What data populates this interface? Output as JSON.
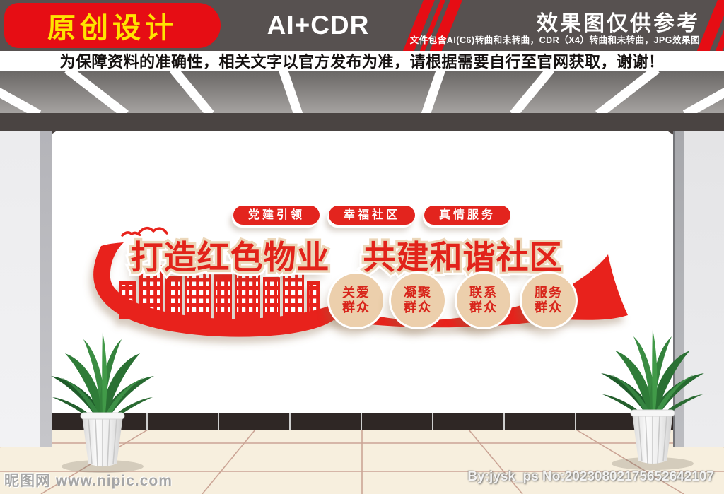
{
  "header": {
    "badge_label": "原创设计",
    "format_label": "AI+CDR",
    "reference_title": "效果图仅供参考",
    "reference_sub": "文件包含AI(C6)转曲和未转曲，CDR（X4）转曲和未转曲，JPG效果图",
    "colors": {
      "bar": "#575150",
      "red": "#e60d14",
      "yellow": "#ffe300"
    }
  },
  "notice": {
    "text": "为保障资料的准确性，相关文字以官方发布为准，请根据需要自行至官网获取，谢谢！"
  },
  "wall": {
    "banners": [
      {
        "label": "党建引领"
      },
      {
        "label": "幸福社区"
      },
      {
        "label": "真情服务"
      }
    ],
    "title": "打造红色物业　共建和谐社区",
    "circles": [
      {
        "line1": "关爱",
        "line2": "群众"
      },
      {
        "line1": "凝聚",
        "line2": "群众"
      },
      {
        "line1": "联系",
        "line2": "群众"
      },
      {
        "line1": "服务",
        "line2": "群众"
      }
    ],
    "colors": {
      "red": "#e8211d",
      "circle_beige": "#eccfac",
      "title_stroke": "#ecd7ba"
    }
  },
  "watermarks": {
    "left": "昵图网 www.nipic.com",
    "right": "By:jysk_ps No:20230802175652642107"
  }
}
